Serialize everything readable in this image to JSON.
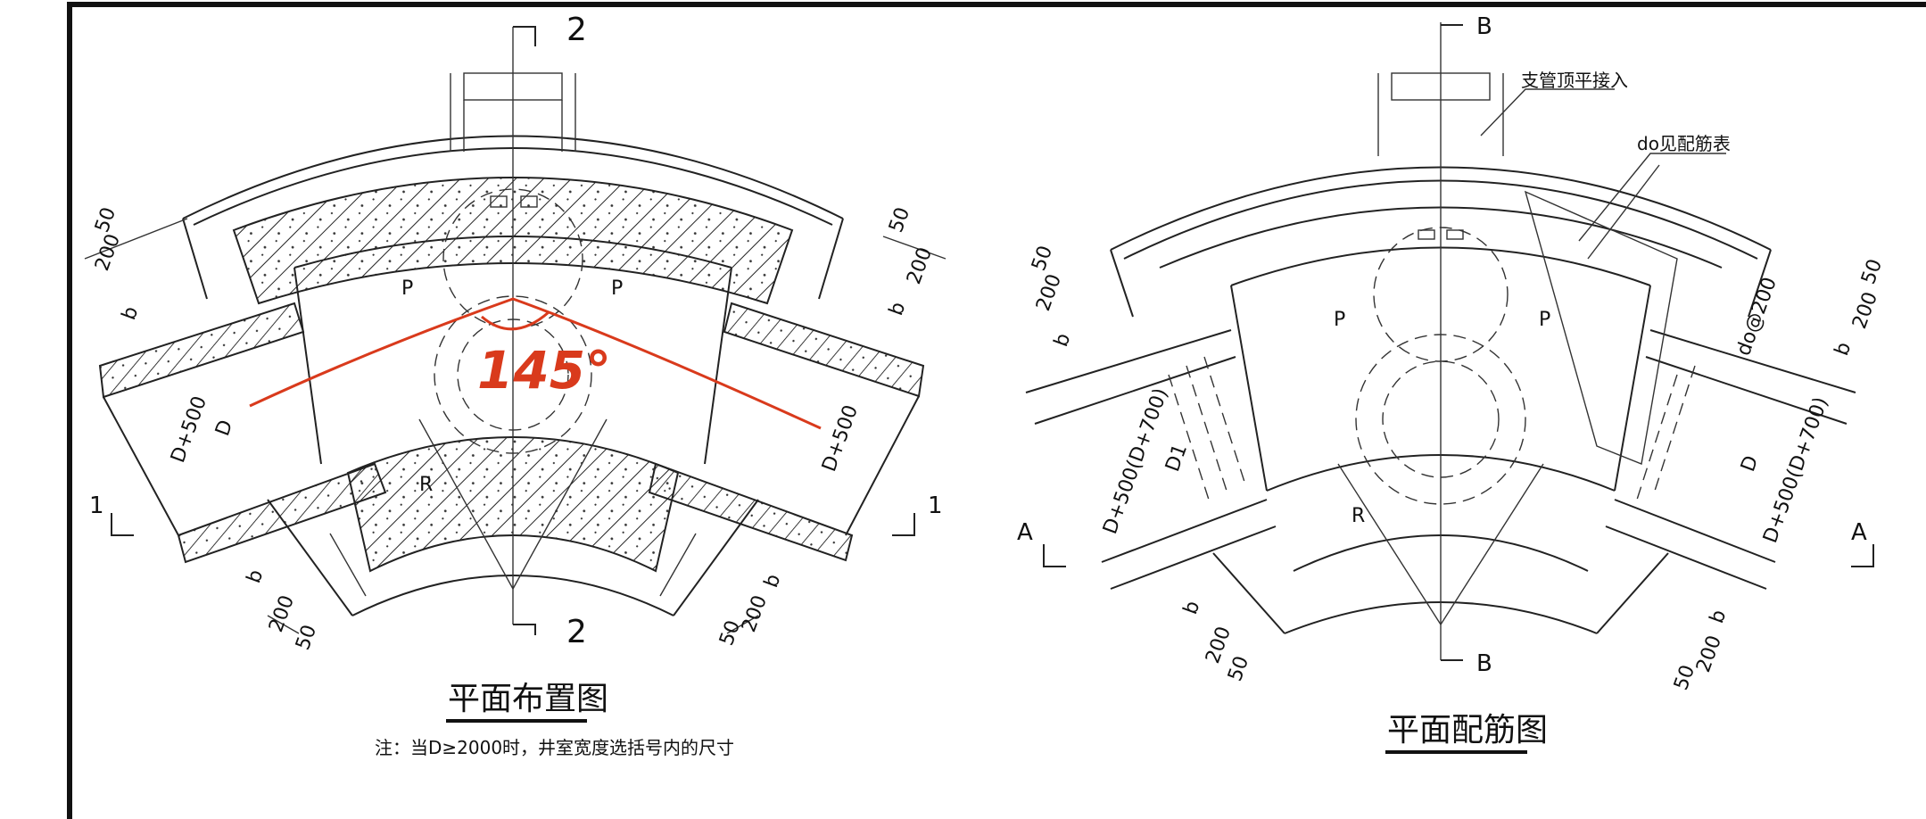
{
  "left": {
    "title": "平面布置图",
    "note": "注：当D≥2000时，井室宽度选括号内的尺寸",
    "section_top": "2",
    "section_bottom": "2",
    "section_left": "1",
    "section_right": "1",
    "dim_50": "50",
    "dim_200": "200",
    "dim_b": "b",
    "dim_d500": "D+500",
    "dim_D": "D",
    "dim_P": "P",
    "dim_R": "R",
    "dim_d": "d",
    "handwritten": "145°"
  },
  "right": {
    "title": "平面配筋图",
    "section_top": "B",
    "section_bottom": "B",
    "section_left": "A",
    "section_right": "A",
    "callout_branch": "支管顶平接入",
    "callout_do": "do见配筋表",
    "dim_do200": "do@200",
    "dim_d500_700": "D+500(D+700)",
    "dim_D1": "D1",
    "dim_D": "D",
    "dim_P": "P",
    "dim_R": "R",
    "dim_50": "50",
    "dim_200": "200",
    "dim_b": "b"
  },
  "colors": {
    "ink": "#222222",
    "annotation": "#d93a1c",
    "background": "#ffffff"
  }
}
